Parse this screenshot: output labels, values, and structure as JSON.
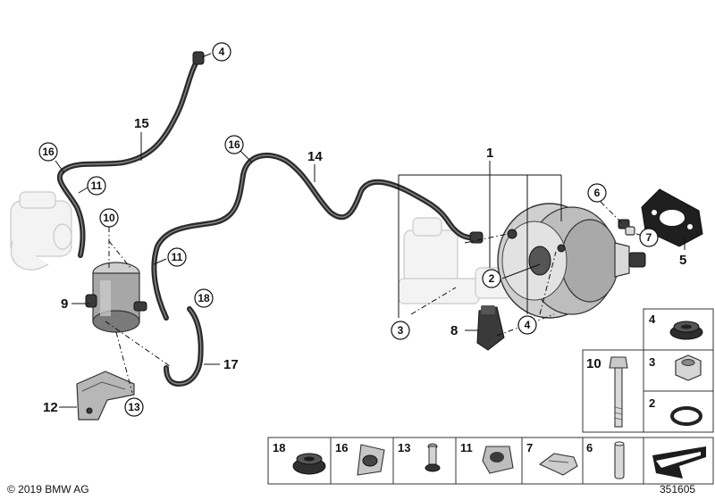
{
  "callouts": {
    "n1": "1",
    "n2": "2",
    "n3": "3",
    "n4a": "4",
    "n4b": "4",
    "n5": "5",
    "n6": "6",
    "n7": "7",
    "n8": "8",
    "n9": "9",
    "n10": "10",
    "n11a": "11",
    "n11b": "11",
    "n12": "12",
    "n13": "13",
    "n14": "14",
    "n15": "15",
    "n16a": "16",
    "n16b": "16",
    "n17": "17",
    "n18": "18"
  },
  "legend_right": [
    "4",
    "3",
    "10",
    "2"
  ],
  "legend_bottom": [
    "18",
    "16",
    "13",
    "11",
    "7",
    "6"
  ],
  "footer": {
    "copyright": "© 2019 BMW AG",
    "diagram_id": "351605"
  }
}
